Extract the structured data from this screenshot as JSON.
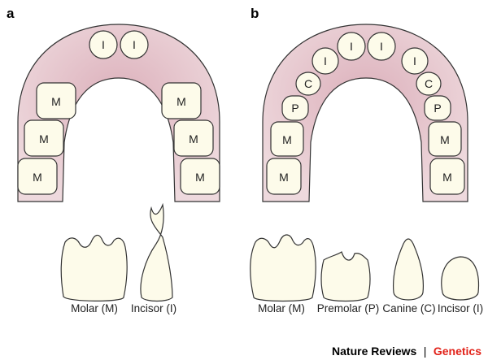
{
  "panels": [
    {
      "letter": "a",
      "jaw_teeth": [
        "I",
        "I",
        "M",
        "M",
        "M",
        "M",
        "M",
        "M"
      ],
      "tooth_captions": [
        "Molar (M)",
        "Incisor (I)"
      ]
    },
    {
      "letter": "b",
      "jaw_teeth": [
        "I",
        "I",
        "I",
        "I",
        "C",
        "C",
        "P",
        "P",
        "M",
        "M",
        "M",
        "M"
      ],
      "tooth_captions": [
        "Molar (M)",
        "Premolar (P)",
        "Canine (C)",
        "Incisor (I)"
      ]
    }
  ],
  "credit": {
    "journal": "Nature Reviews",
    "separator": "|",
    "topic": "Genetics"
  },
  "colors": {
    "gum": "#e9cfd4",
    "gum_edge": "#c9a0aa",
    "tooth_fill": "#fdfbea",
    "outline": "#333333",
    "topic": "#e2231a"
  }
}
